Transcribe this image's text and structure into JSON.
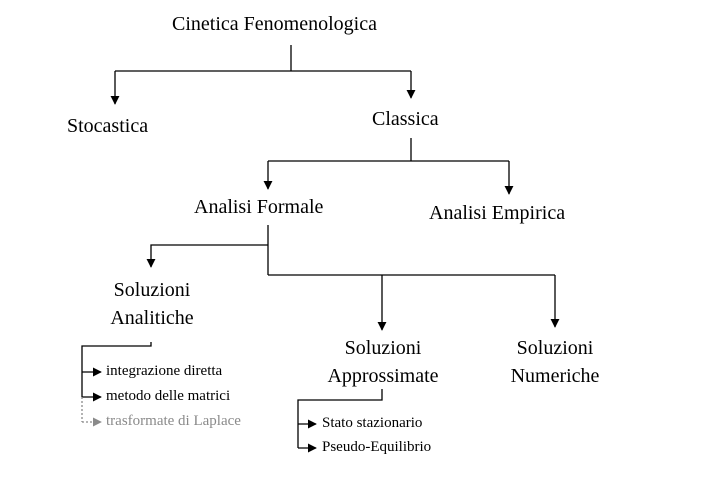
{
  "diagram": {
    "root": "Cinetica Fenomenologica",
    "stocastica": "Stocastica",
    "classica": "Classica",
    "analisi_formale": "Analisi Formale",
    "analisi_empirica": "Analisi Empirica",
    "soluzioni_analitiche": {
      "line1": "Soluzioni",
      "line2": "Analitiche"
    },
    "soluzioni_approssimate": {
      "line1": "Soluzioni",
      "line2": "Approssimate"
    },
    "soluzioni_numeriche": {
      "line1": "Soluzioni",
      "line2": "Numeriche"
    },
    "analitiche_items": [
      {
        "label": "integrazione diretta"
      },
      {
        "label": "metodo delle matrici"
      },
      {
        "label": "trasformate di Laplace",
        "color": "#8a8a8a"
      }
    ],
    "approssimate_items": [
      {
        "label": "Stato stazionario"
      },
      {
        "label": "Pseudo-Equilibrio"
      }
    ]
  }
}
